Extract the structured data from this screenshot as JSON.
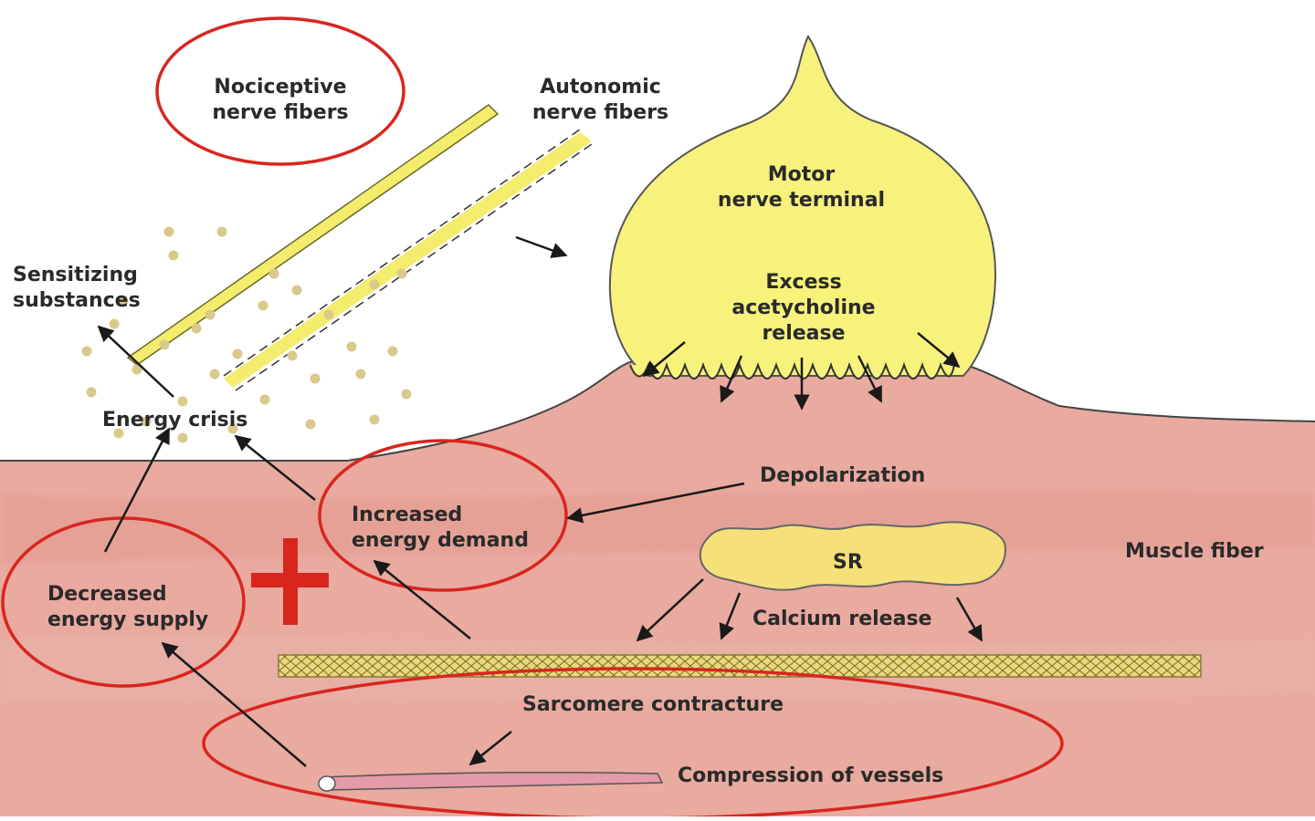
{
  "labels": {
    "nociceptive": [
      "Nociceptive",
      "nerve fibers"
    ],
    "autonomic": [
      "Autonomic",
      "nerve fibers"
    ],
    "motor_terminal": [
      "Motor",
      "nerve terminal"
    ],
    "excess_ach": [
      "Excess",
      "acetycholine",
      "release"
    ],
    "sensitizing": [
      "Sensitizing",
      "substances"
    ],
    "energy_crisis": "Energy crisis",
    "depolarization": "Depolarization",
    "increased_demand": [
      "Increased",
      "energy demand"
    ],
    "sr": "SR",
    "muscle_fiber": "Muscle fiber",
    "decreased_supply": [
      "Decreased",
      "energy supply"
    ],
    "calcium_release": "Calcium release",
    "sarcomere_contracture": "Sarcomere contracture",
    "compression": "Compression of vessels"
  },
  "colors": {
    "muscle": "#e8a79e",
    "muscle_dark": "#d9867c",
    "nerve_yellow": "#f6f07a",
    "nerve_edge": "#7a7a2a",
    "circle_red": "#d8261f",
    "arrow": "#1a1a1a",
    "particle": "#d9c98a"
  }
}
